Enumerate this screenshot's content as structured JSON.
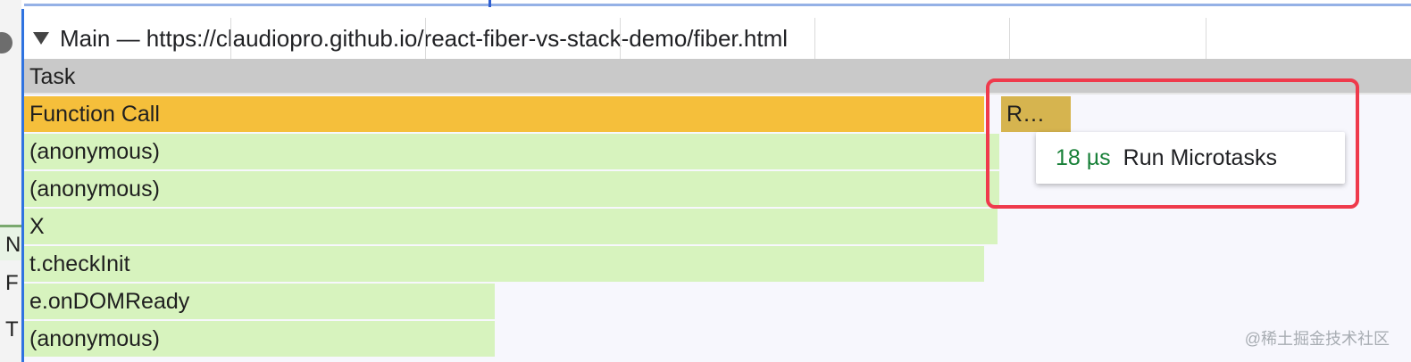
{
  "header": {
    "caret_icon": "triangle-down-icon",
    "title": "Main — https://claudiopro.github.io/react-fiber-vs-stack-demo/fiber.html"
  },
  "left_panel": {
    "items": [
      "N",
      "F",
      "T"
    ]
  },
  "flame": {
    "task_label": "Task",
    "function_call_label": "Function Call",
    "mini_label": "R…",
    "rows": [
      {
        "label": "(anonymous)"
      },
      {
        "label": "(anonymous)"
      },
      {
        "label": "X"
      },
      {
        "label": "t.checkInit"
      },
      {
        "label": "e.onDOMReady"
      },
      {
        "label": "(anonymous)"
      }
    ]
  },
  "tooltip": {
    "duration": "18 µs",
    "label": "Run Microtasks"
  },
  "watermark": {
    "text": "@稀土掘金技术社区"
  },
  "colors": {
    "task": "#c9c9c9",
    "function_call": "#f5bf3b",
    "mini_bar": "#d6b44f",
    "green_bar": "#d7f3be",
    "highlight": "#ef3a4c",
    "duration": "#188038",
    "accent_blue": "#2f73e0"
  }
}
